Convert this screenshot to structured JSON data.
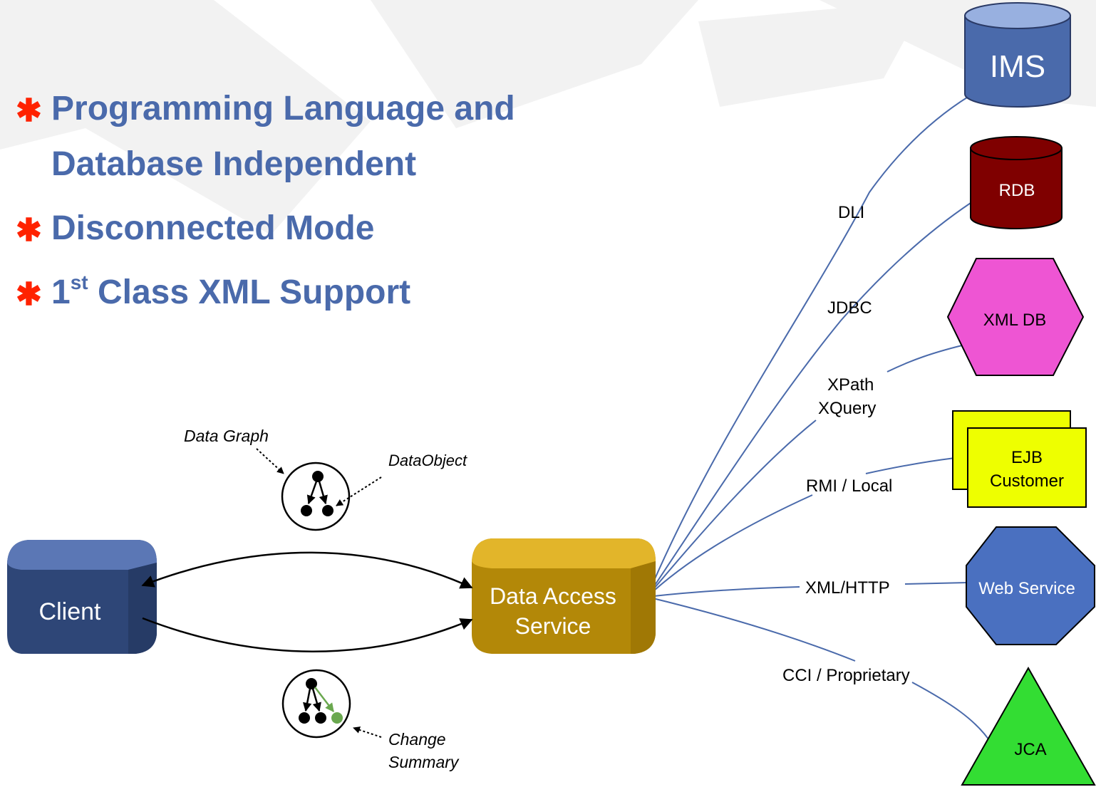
{
  "bullets": [
    {
      "line1": "Programming Language and",
      "line2": "Database Independent"
    },
    {
      "line1": "Disconnected Mode"
    },
    {
      "prefix": "1",
      "sup": "st",
      "rest": " Class XML Support"
    }
  ],
  "bullet_glyph": "✱",
  "labels": {
    "client": "Client",
    "das_line1": "Data Access",
    "das_line2": "Service",
    "data_graph": "Data Graph",
    "data_object": "DataObject",
    "change_line1": "Change",
    "change_line2": "Summary"
  },
  "connections": {
    "dli": "DLI",
    "jdbc": "JDBC",
    "xpath": "XPath",
    "xquery": "XQuery",
    "rmi": "RMI / Local",
    "xmlhttp": "XML/HTTP",
    "cci": "CCI / Proprietary"
  },
  "sources": {
    "ims": "IMS",
    "rdb": "RDB",
    "xmldb": "XML DB",
    "ejb_line1": "EJB",
    "ejb_line2": "Customer",
    "webservice": "Web Service",
    "jca": "JCA"
  },
  "colors": {
    "bullet_text": "#4a6aab",
    "bullet_glyph": "#ff2200",
    "client": "#3b5591",
    "das": "#c89a10",
    "ims": "#4a6aab",
    "rdb": "#7f0000",
    "xmldb": "#ee55d3",
    "ejb": "#eeff00",
    "webservice": "#4a70c0",
    "jca": "#33dd33",
    "link": "#4a6aab"
  }
}
